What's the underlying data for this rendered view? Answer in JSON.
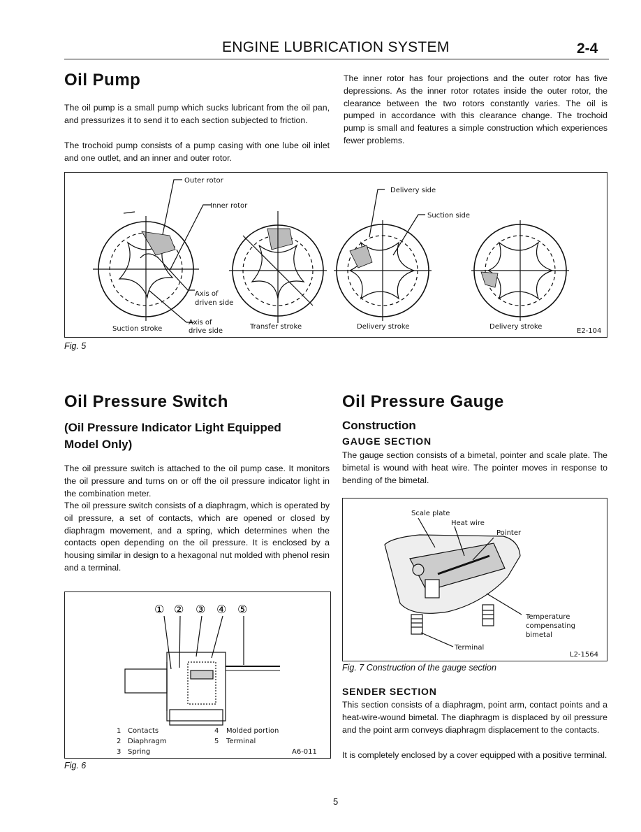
{
  "header": {
    "title": "ENGINE LUBRICATION SYSTEM",
    "page_ref": "2-4"
  },
  "oil_pump": {
    "heading": "Oil Pump",
    "para1": "The oil pump is a small pump which sucks lubricant from the oil pan, and pressurizes it to send it to each section subjected to friction.",
    "para2": "The trochoid pump consists of a pump casing with one lube oil inlet and one outlet, and an inner and outer rotor.",
    "para3": "The inner rotor has four projections and the outer rotor has five depressions. As the inner rotor rotates inside the outer rotor, the clearance between the two rotors constantly varies. The oil is pumped in accordance with this clearance change. The trochoid pump is small and features a simple construction which experiences fewer problems."
  },
  "fig5": {
    "labels": {
      "outer_rotor": "Outer rotor",
      "inner_rotor": "Inner rotor",
      "axis_driven_1": "Axis of",
      "axis_driven_2": "driven side",
      "axis_drive_1": "Axis of",
      "axis_drive_2": "drive side",
      "delivery_side": "Delivery side",
      "suction_side": "Suction side"
    },
    "strokes": [
      "Suction stroke",
      "Transfer stroke",
      "Delivery stroke",
      "Delivery stroke"
    ],
    "code": "E2-104",
    "caption": "Fig. 5"
  },
  "oil_pressure_switch": {
    "heading": "Oil Pressure Switch",
    "subheading_line1": "(Oil Pressure Indicator Light Equipped",
    "subheading_line2": "Model Only)",
    "para1": "The oil pressure switch is attached to the oil pump case. It monitors the oil pressure and turns on or off the oil pressure indicator light in the combination meter.",
    "para2": "The oil pressure switch consists of a diaphragm, which is operated by oil pressure, a set of contacts, which are opened or closed by diaphragm movement, and a spring, which determines when the contacts open depending on the oil pressure. It is enclosed by a housing similar in design to a hexagonal nut molded with phenol resin and a terminal."
  },
  "fig6": {
    "callouts": [
      "①",
      "②",
      "③",
      "④",
      "⑤"
    ],
    "legend": [
      {
        "num": "1",
        "text": "Contacts"
      },
      {
        "num": "2",
        "text": "Diaphragm"
      },
      {
        "num": "3",
        "text": "Spring"
      },
      {
        "num": "4",
        "text": "Molded portion"
      },
      {
        "num": "5",
        "text": "Terminal"
      }
    ],
    "code": "A6-011",
    "caption": "Fig. 6"
  },
  "oil_pressure_gauge": {
    "heading": "Oil Pressure Gauge",
    "construction": "Construction",
    "gauge_section_heading": "GAUGE SECTION",
    "gauge_para": "The gauge section consists of a bimetal, pointer and scale plate. The bimetal is wound with heat wire. The pointer moves in response to bending of the bimetal.",
    "sender_heading": "SENDER SECTION",
    "sender_para1": "This section consists of a diaphragm, point arm, contact points and a heat-wire-wound bimetal. The diaphragm is displaced by oil pressure and the point arm conveys diaphragm displacement to the contacts.",
    "sender_para2": "It is completely enclosed by a cover equipped with a positive terminal."
  },
  "fig7": {
    "labels": {
      "scale_plate": "Scale plate",
      "heat_wire": "Heat wire",
      "pointer": "Pointer",
      "temp1": "Temperature",
      "temp2": "compensating",
      "temp3": "bimetal",
      "terminal": "Terminal"
    },
    "code": "L2-1564",
    "caption": "Fig. 7  Construction of the gauge section"
  },
  "page_number": "5"
}
